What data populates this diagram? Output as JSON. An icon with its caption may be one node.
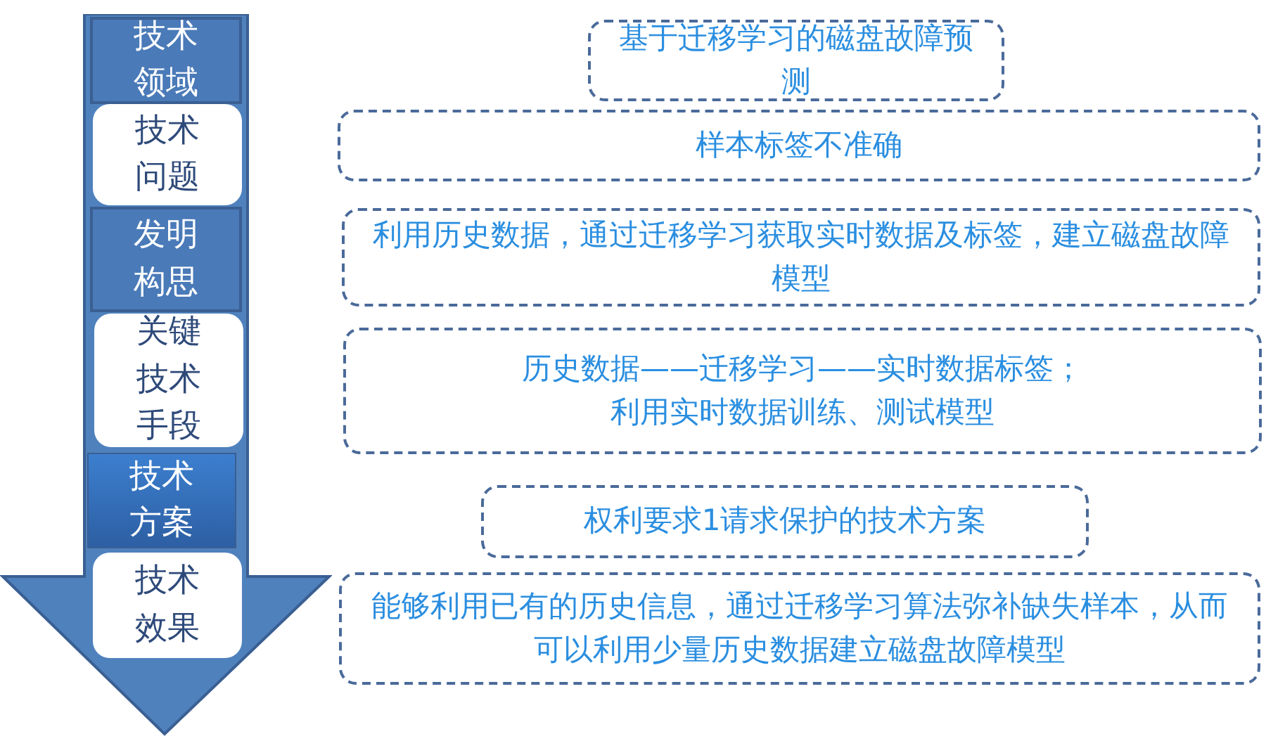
{
  "diagram": {
    "nodes": [
      {
        "text": [],
        "shape": "arrow"
      },
      {
        "text": [
          "技术领域"
        ],
        "in": 0
      },
      {
        "text": [
          "技术问题"
        ],
        "in": 0
      },
      {
        "text": [
          "发明构思"
        ],
        "in": 0
      },
      {
        "text": [
          "关键技术手段"
        ],
        "in": 0
      },
      {
        "text": [
          "技术方案"
        ],
        "in": 0
      },
      {
        "text": [
          "技术效果"
        ],
        "in": 0
      },
      {
        "text": [
          "基于迁移学习的磁盘故障预测"
        ]
      },
      {
        "text": [
          "样本标签不准确"
        ]
      },
      {
        "text": [
          "利用历史数据，通过迁移学习获取实时数据及标签，建立磁盘故障模型"
        ]
      },
      {
        "text": [
          "历史数据——迁移学习——实时数据标签；",
          "利用实时数据训练、测试模型"
        ]
      },
      {
        "text": [
          "权利要求1请求保护的技术方案"
        ]
      },
      {
        "text": [
          "能够利用已有的历史信息，通过迁移学习算法弥补缺失样本，从而可以利用少量历史数据建立磁盘故障模型"
        ]
      }
    ],
    "edges": []
  }
}
